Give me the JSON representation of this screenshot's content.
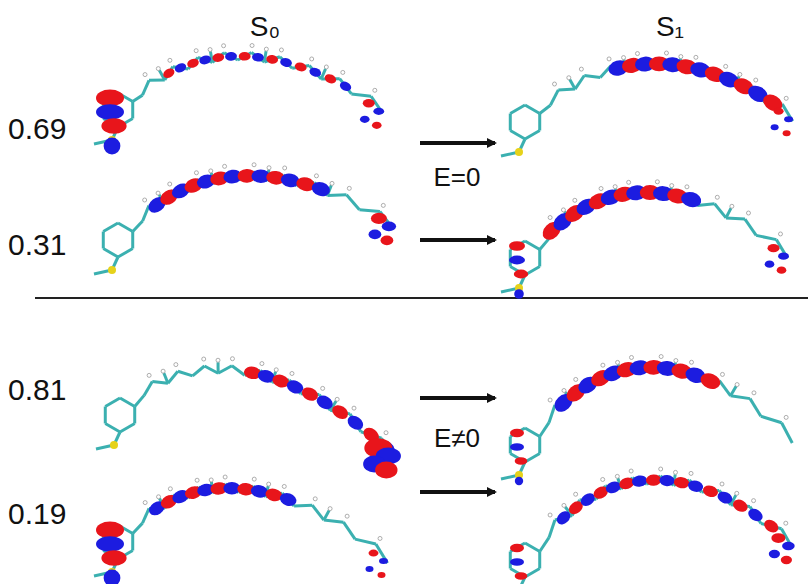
{
  "diagram": {
    "labels": [
      "S₀",
      "S₁",
      "0.69",
      "E=0",
      "0.31",
      "0.81",
      "E≠0",
      "0.19"
    ]
  }
}
